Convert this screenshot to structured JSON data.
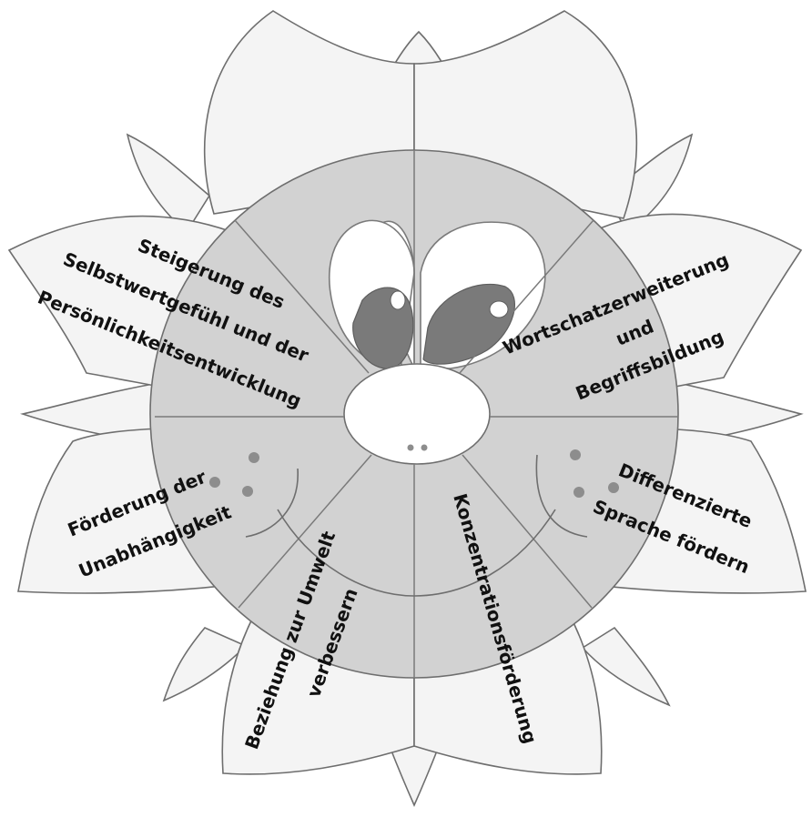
{
  "segments": {
    "self_esteem": {
      "line1": "Steigerung des",
      "line2": "Selbstwertgefühl und der",
      "line3": "Persönlichkeitsentwicklung"
    },
    "vocabulary": {
      "line1": "Wortschatzerweiterung",
      "line2": "und",
      "line3": "Begriffsbildung"
    },
    "independence": {
      "line1": "Förderung der",
      "line2": "Unabhängigkeit"
    },
    "environment": {
      "line1": "Beziehung zur Umwelt",
      "line2": "verbessern"
    },
    "concentration": {
      "line1": "Konzentrationsförderung"
    },
    "language": {
      "line1": "Differenzierte",
      "line2": "Sprache fördern"
    }
  },
  "colors": {
    "petal": "#f4f4f4",
    "disc": "#d2d2d2",
    "outline": "#6e6e6e",
    "pupil": "#7a7a7a",
    "text": "#111111"
  }
}
